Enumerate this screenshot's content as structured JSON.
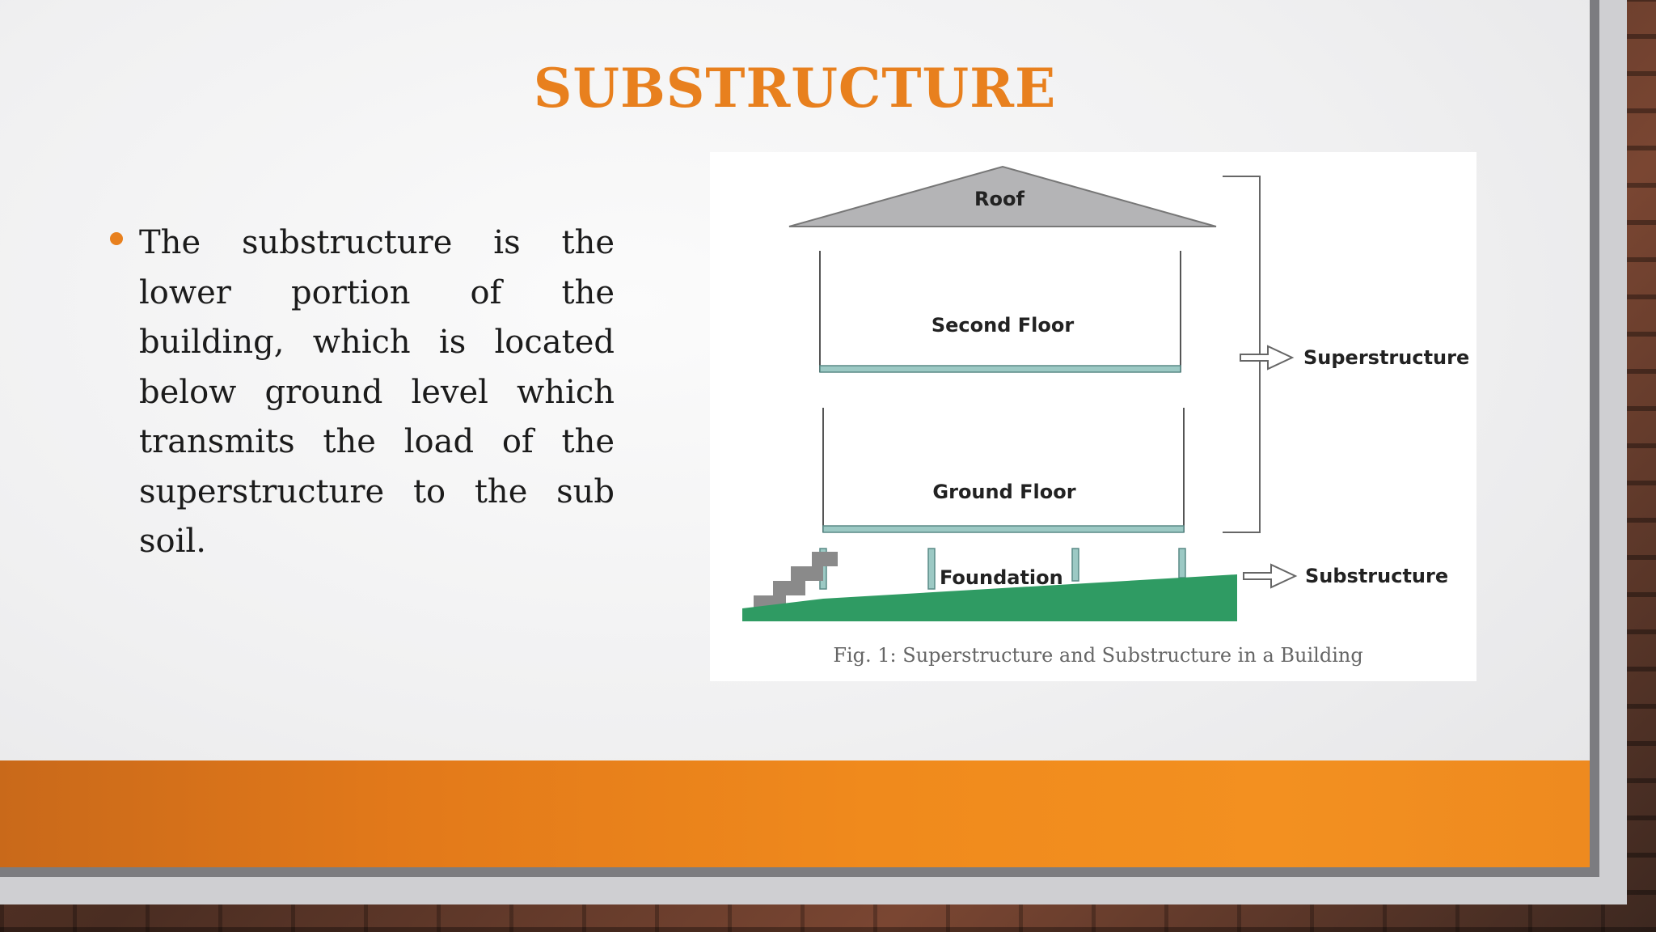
{
  "slide": {
    "title": "SUBSTRUCTURE",
    "bullet": "The substructure is the lower portion of the building, which is located below ground level which transmits the load of the superstructure to the sub soil."
  },
  "figure": {
    "labels": {
      "roof": "Roof",
      "second_floor": "Second Floor",
      "ground_floor": "Ground Floor",
      "foundation": "Foundation",
      "superstructure": "Superstructure",
      "substructure": "Substructure"
    },
    "caption": "Fig. 1: Superstructure and Substructure in a Building",
    "colors": {
      "roof_fill": "#b4b4b6",
      "ground_fill": "#2f9b63",
      "floor_slab": "#9cc9c4",
      "steps": "#8a8a8a"
    }
  },
  "theme": {
    "accent": "#e8801e",
    "footer_band": "#f08a1c"
  }
}
